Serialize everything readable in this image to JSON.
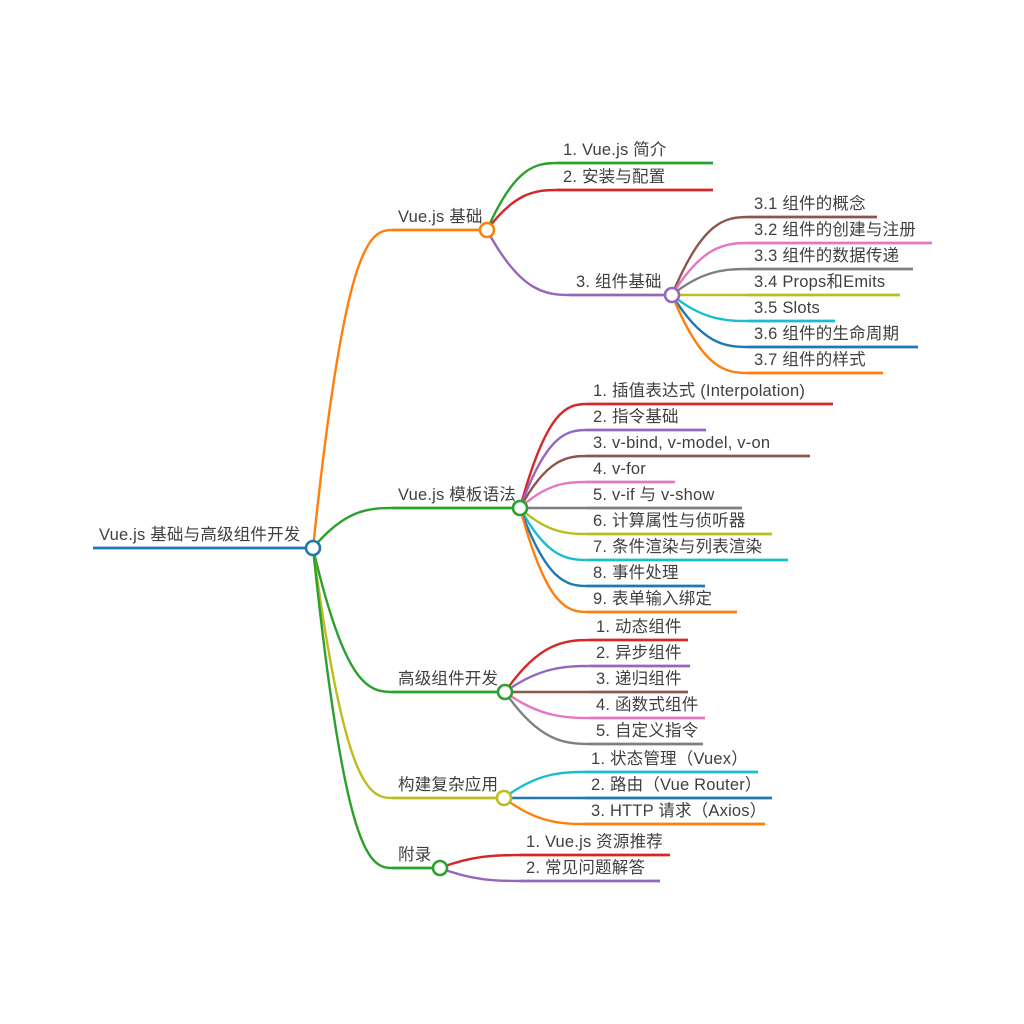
{
  "mindmap": {
    "root": {
      "id": "root",
      "label": "Vue.js 基础与高级组件开发",
      "color": "#1f77b4",
      "children": [
        {
          "id": "b1",
          "label": "Vue.js 基础",
          "color": "#ff7f0e",
          "children": [
            {
              "id": "b1c1",
              "label": "1. Vue.js 简介",
              "color": "#2ca02c",
              "children": []
            },
            {
              "id": "b1c2",
              "label": "2. 安装与配置",
              "color": "#d62728",
              "children": []
            },
            {
              "id": "b1c3",
              "label": "3. 组件基础",
              "color": "#9467bd",
              "children": [
                {
                  "id": "g1",
                  "label": "3.1 组件的概念",
                  "color": "#8c564b",
                  "children": []
                },
                {
                  "id": "g2",
                  "label": "3.2 组件的创建与注册",
                  "color": "#e377c2",
                  "children": []
                },
                {
                  "id": "g3",
                  "label": "3.3 组件的数据传递",
                  "color": "#7f7f7f",
                  "children": []
                },
                {
                  "id": "g4",
                  "label": "3.4 Props和Emits",
                  "color": "#bcbd22",
                  "children": []
                },
                {
                  "id": "g5",
                  "label": "3.5 Slots",
                  "color": "#17becf",
                  "children": []
                },
                {
                  "id": "g6",
                  "label": "3.6 组件的生命周期",
                  "color": "#1f77b4",
                  "children": []
                },
                {
                  "id": "g7",
                  "label": "3.7 组件的样式",
                  "color": "#ff7f0e",
                  "children": []
                }
              ]
            }
          ]
        },
        {
          "id": "b2",
          "label": "Vue.js 模板语法",
          "color": "#2ca02c",
          "children": [
            {
              "id": "t1",
              "label": "1. 插值表达式 (Interpolation)",
              "color": "#d62728",
              "children": []
            },
            {
              "id": "t2",
              "label": "2. 指令基础",
              "color": "#9467bd",
              "children": []
            },
            {
              "id": "t3",
              "label": "3. v-bind, v-model, v-on",
              "color": "#8c564b",
              "children": []
            },
            {
              "id": "t4",
              "label": "4. v-for",
              "color": "#e377c2",
              "children": []
            },
            {
              "id": "t5",
              "label": "5. v-if 与 v-show",
              "color": "#7f7f7f",
              "children": []
            },
            {
              "id": "t6",
              "label": "6. 计算属性与侦听器",
              "color": "#bcbd22",
              "children": []
            },
            {
              "id": "t7",
              "label": "7. 条件渲染与列表渲染",
              "color": "#17becf",
              "children": []
            },
            {
              "id": "t8",
              "label": "8. 事件处理",
              "color": "#1f77b4",
              "children": []
            },
            {
              "id": "t9",
              "label": "9. 表单输入绑定",
              "color": "#ff7f0e",
              "children": []
            }
          ]
        },
        {
          "id": "b3",
          "label": "高级组件开发",
          "color": "#2ca02c",
          "children": [
            {
              "id": "a1",
              "label": "1. 动态组件",
              "color": "#d62728",
              "children": []
            },
            {
              "id": "a2",
              "label": "2. 异步组件",
              "color": "#9467bd",
              "children": []
            },
            {
              "id": "a3",
              "label": "3. 递归组件",
              "color": "#8c564b",
              "children": []
            },
            {
              "id": "a4",
              "label": "4. 函数式组件",
              "color": "#e377c2",
              "children": []
            },
            {
              "id": "a5",
              "label": "5. 自定义指令",
              "color": "#7f7f7f",
              "children": []
            }
          ]
        },
        {
          "id": "b4",
          "label": "构建复杂应用",
          "color": "#bcbd22",
          "children": [
            {
              "id": "c1",
              "label": "1. 状态管理（Vuex）",
              "color": "#17becf",
              "children": []
            },
            {
              "id": "c2",
              "label": "2. 路由（Vue Router）",
              "color": "#1f77b4",
              "children": []
            },
            {
              "id": "c3",
              "label": "3. HTTP 请求（Axios）",
              "color": "#ff7f0e",
              "children": []
            }
          ]
        },
        {
          "id": "b5",
          "label": "附录",
          "color": "#2ca02c",
          "children": [
            {
              "id": "d1",
              "label": "1. Vue.js 资源推荐",
              "color": "#d62728",
              "children": []
            },
            {
              "id": "d2",
              "label": "2. 常见问题解答",
              "color": "#9467bd",
              "children": []
            }
          ]
        }
      ]
    }
  }
}
